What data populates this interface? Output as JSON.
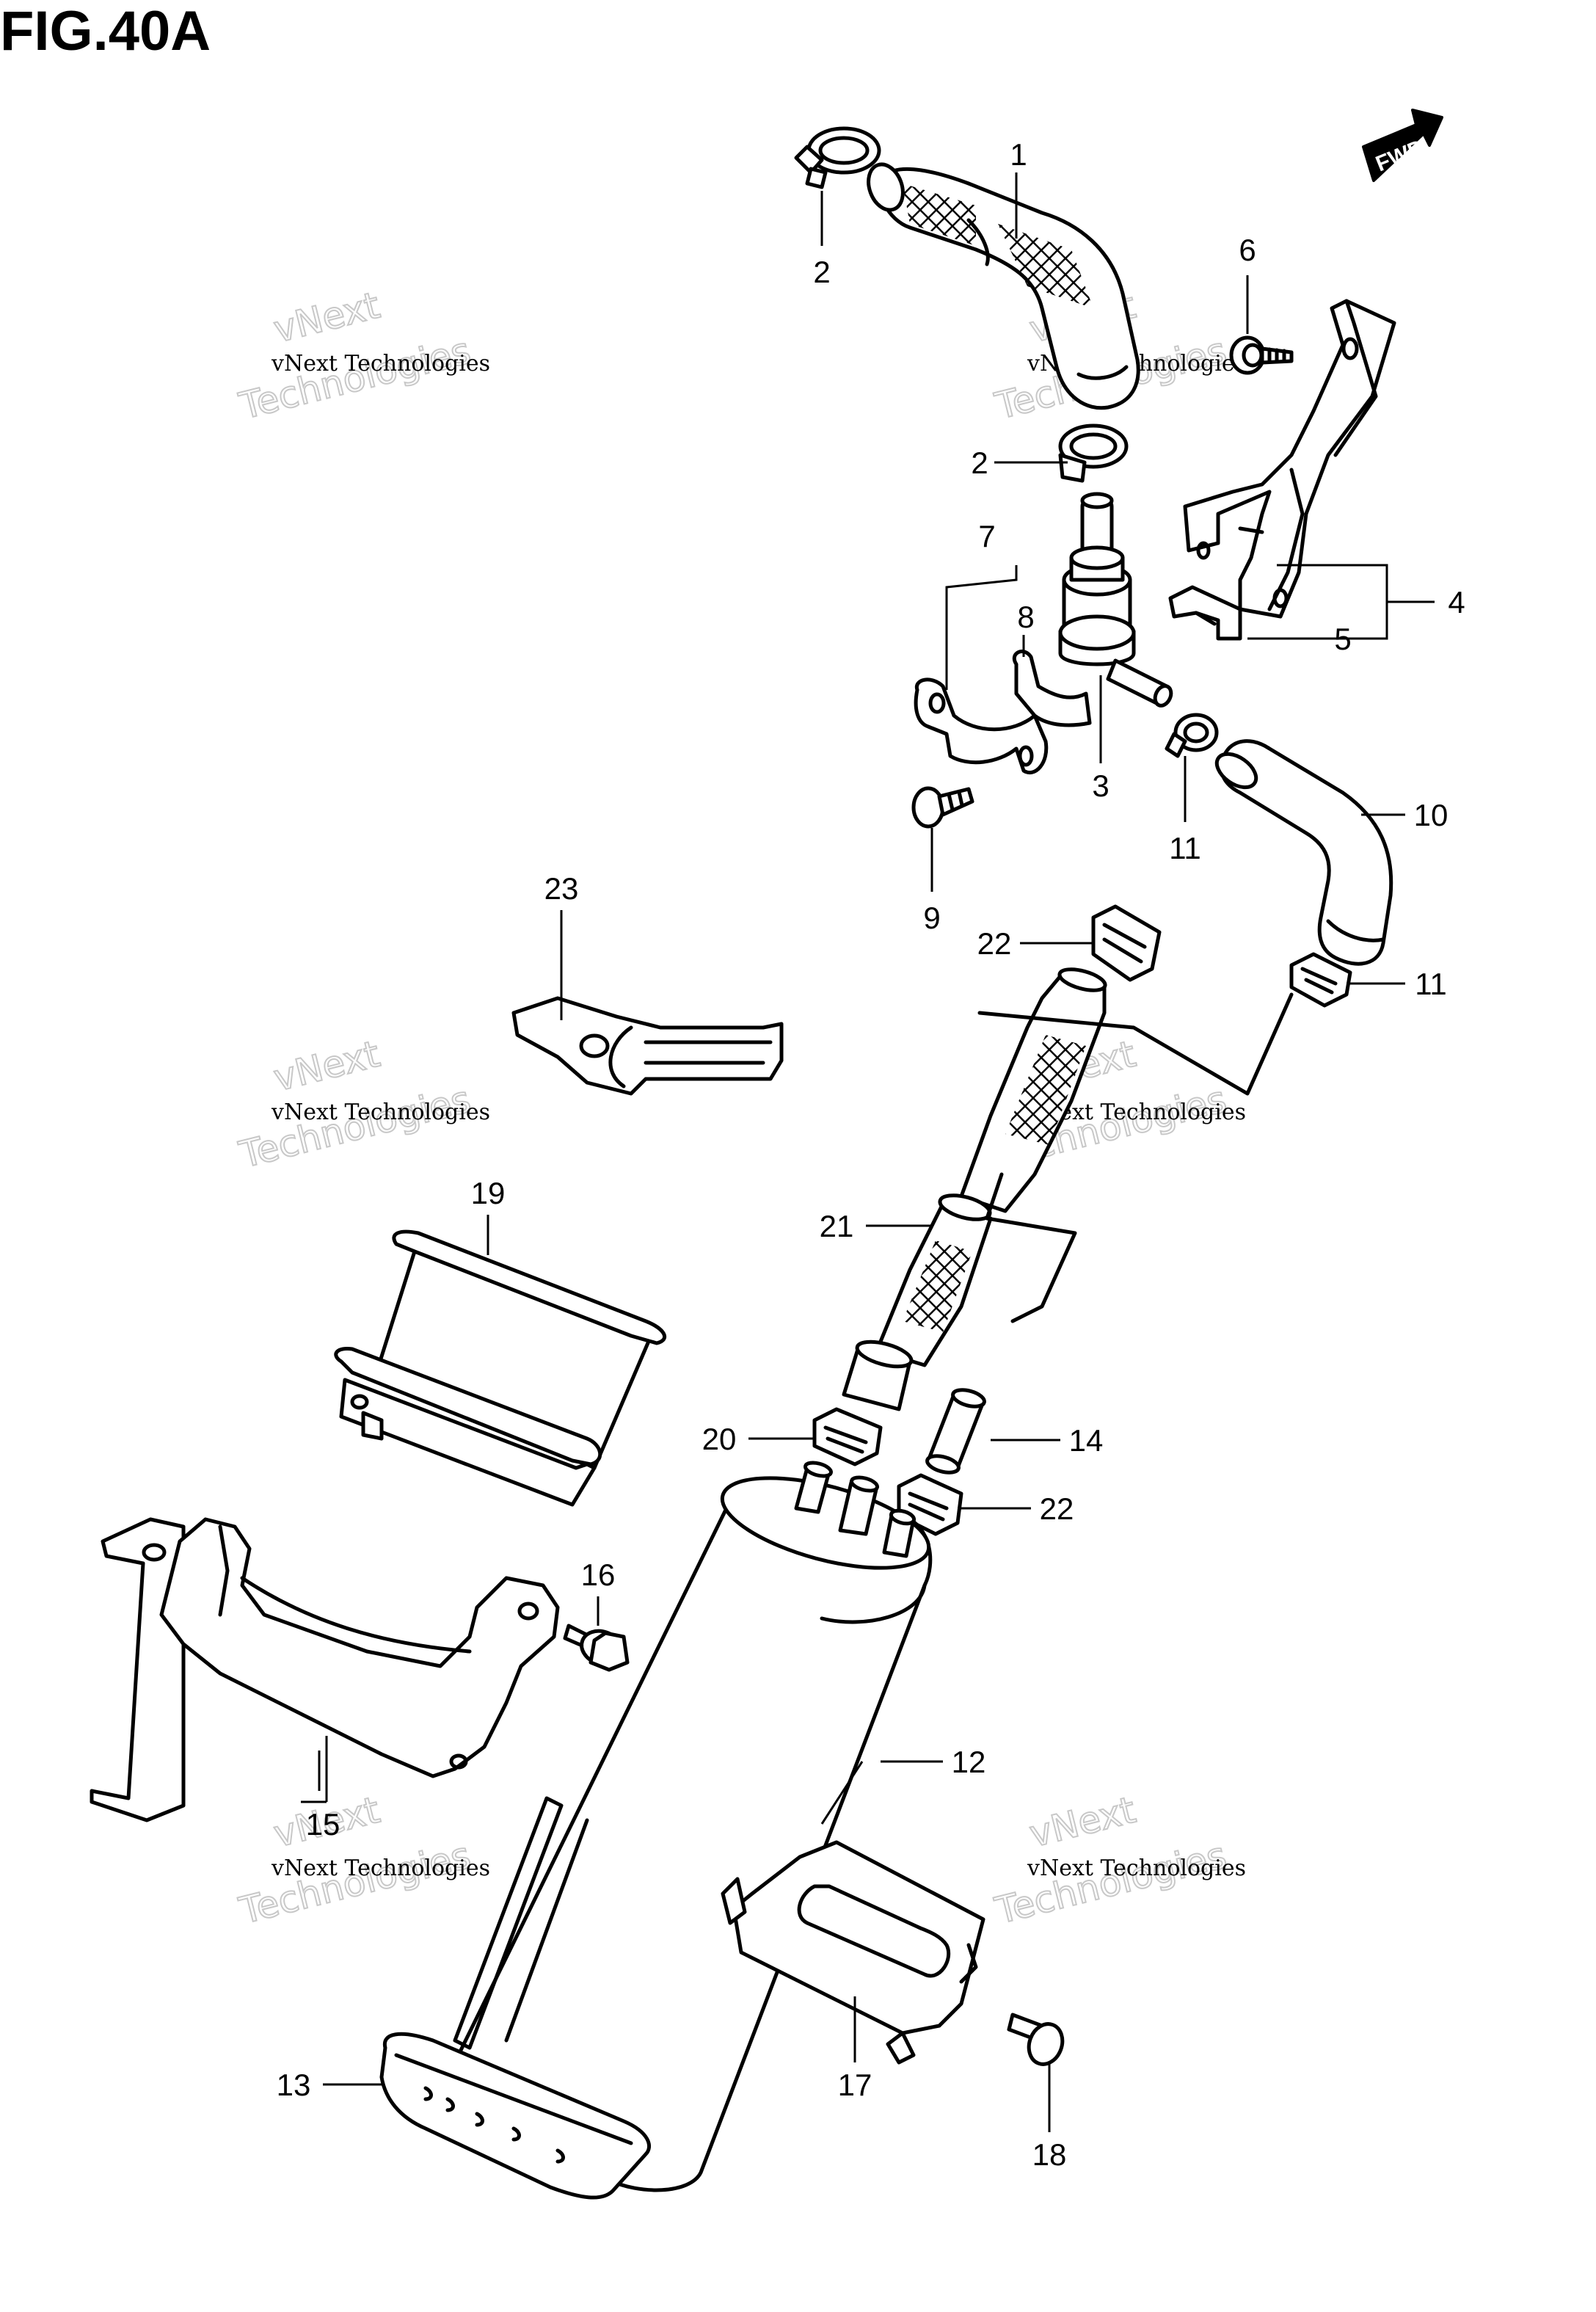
{
  "figure": {
    "title": "FIG.40A"
  },
  "direction": {
    "label": "FWD"
  },
  "watermark": {
    "line1": "vNext Technologies",
    "line2": "vNext",
    "line3": "Technologies"
  },
  "callouts": [
    {
      "id": "c1",
      "number": "1"
    },
    {
      "id": "c2a",
      "number": "2"
    },
    {
      "id": "c2b",
      "number": "2"
    },
    {
      "id": "c3",
      "number": "3"
    },
    {
      "id": "c4",
      "number": "4"
    },
    {
      "id": "c5",
      "number": "5"
    },
    {
      "id": "c6",
      "number": "6"
    },
    {
      "id": "c7",
      "number": "7"
    },
    {
      "id": "c8",
      "number": "8"
    },
    {
      "id": "c9",
      "number": "9"
    },
    {
      "id": "c10",
      "number": "10"
    },
    {
      "id": "c11a",
      "number": "11"
    },
    {
      "id": "c11b",
      "number": "11"
    },
    {
      "id": "c12",
      "number": "12"
    },
    {
      "id": "c13",
      "number": "13"
    },
    {
      "id": "c14",
      "number": "14"
    },
    {
      "id": "c15",
      "number": "15"
    },
    {
      "id": "c16",
      "number": "16"
    },
    {
      "id": "c17",
      "number": "17"
    },
    {
      "id": "c18",
      "number": "18"
    },
    {
      "id": "c19",
      "number": "19"
    },
    {
      "id": "c20",
      "number": "20"
    },
    {
      "id": "c21",
      "number": "21"
    },
    {
      "id": "c22a",
      "number": "22"
    },
    {
      "id": "c22b",
      "number": "22"
    },
    {
      "id": "c23",
      "number": "23"
    }
  ]
}
